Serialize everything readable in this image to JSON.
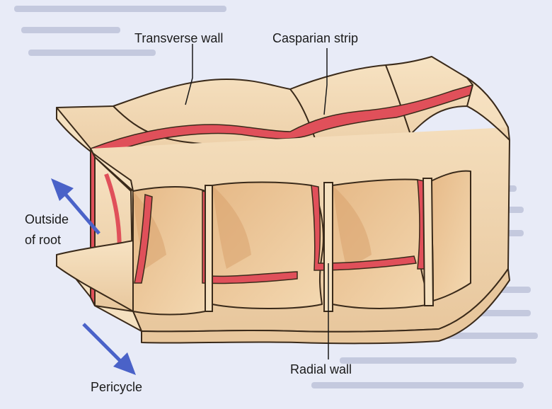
{
  "labels": {
    "transverse_wall": "Transverse wall",
    "casparian_strip": "Casparian strip",
    "outside_of_root_line1": "Outside",
    "outside_of_root_line2": "of root",
    "radial_wall": "Radial wall",
    "pericycle": "Pericycle"
  },
  "colors": {
    "background": "#e8ebf7",
    "cell_wall": "#f2d9b4",
    "cell_wall_shadow": "#e3bf93",
    "cell_interior": "#f0cfa3",
    "casparian_strip": "#e0505a",
    "outline": "#3a2a1a",
    "arrow": "#4a62c8"
  }
}
